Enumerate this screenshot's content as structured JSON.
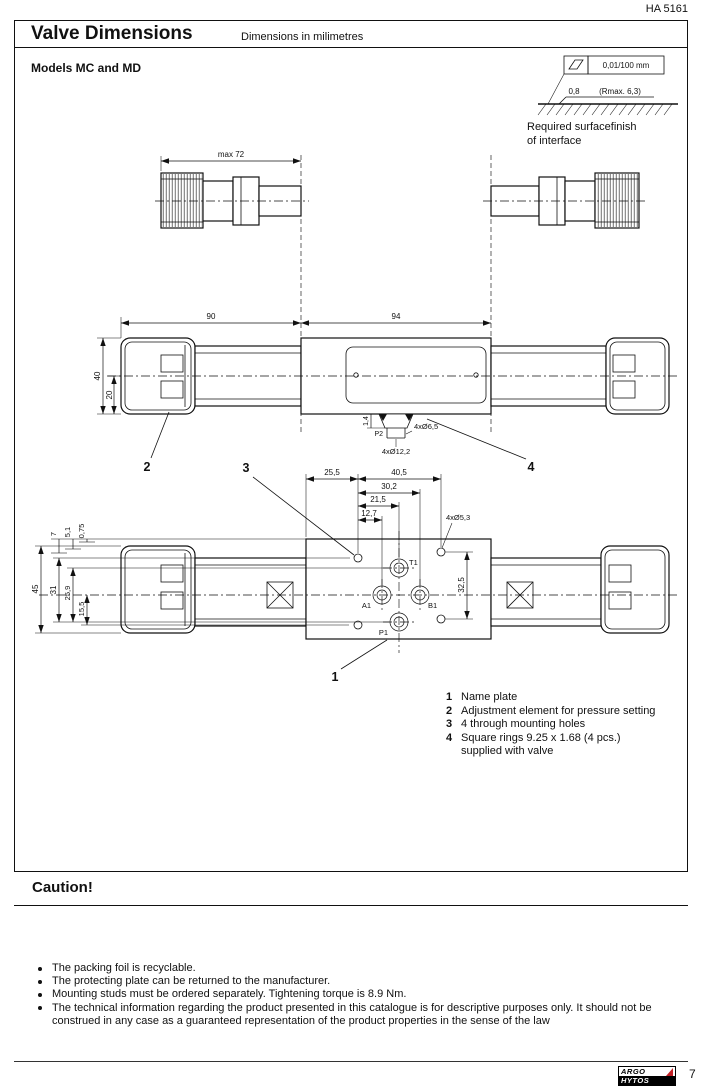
{
  "header": {
    "doc_ref": "HA 5161",
    "title": "Valve Dimensions",
    "subtitle": "Dimensions in milimetres",
    "models": "Models MC and MD"
  },
  "surface_finish": {
    "spec": "0,01/100 mm",
    "roughness": "0,8",
    "rmax": "(Rmax. 6,3)",
    "caption1": "Required surfacefinish",
    "caption2": "of interface"
  },
  "side_view": {
    "dim_max72": "max 72",
    "dim_90": "90",
    "dim_94": "94",
    "dim_40": "40",
    "dim_20": "20",
    "dim_1_4": "1,4",
    "port_p2": "P2",
    "dim_holes": "4xØ6,5",
    "dim_rings": "4xØ12,2",
    "callout_2": "2",
    "callout_4": "4"
  },
  "bottom_view": {
    "dim_25_5": "25,5",
    "dim_40_5": "40,5",
    "dim_30_2": "30,2",
    "dim_21_5": "21,5",
    "dim_12_7": "12,7",
    "dim_holes": "4xØ5,3",
    "dim_0_75": "0,75",
    "dim_5_1": "5,1",
    "dim_7": "7",
    "dim_15_5": "15,5",
    "dim_25_9": "25,9",
    "dim_31": "31",
    "dim_45": "45",
    "dim_32_5": "32,5",
    "port_t1": "T1",
    "port_a1": "A1",
    "port_b1": "B1",
    "port_p1": "P1",
    "callout_3": "3",
    "callout_1": "1"
  },
  "legend": {
    "items": [
      {
        "num": "1",
        "text": "Name plate"
      },
      {
        "num": "2",
        "text": "Adjustment element for pressure setting"
      },
      {
        "num": "3",
        "text": "4 through mounting holes"
      },
      {
        "num": "4",
        "text": "Square rings 9.25 x 1.68 (4 pcs.)",
        "text2": "supplied with valve"
      }
    ]
  },
  "caution": {
    "title": "Caution!",
    "bullets": [
      "The packing foil is recyclable.",
      "The protecting plate can be returned to the manufacturer.",
      "Mounting studs must be ordered separately. Tightening torque is 8.9 Nm.",
      "The technical information regarding the product presented in this catalogue is for descriptive purposes only. It should not be construed in any case as a guaranteed representation of the product properties in the sense of the law"
    ]
  },
  "footer": {
    "logo_top": "ARGO",
    "logo_bottom": "HYTOS",
    "page_number": "7"
  }
}
